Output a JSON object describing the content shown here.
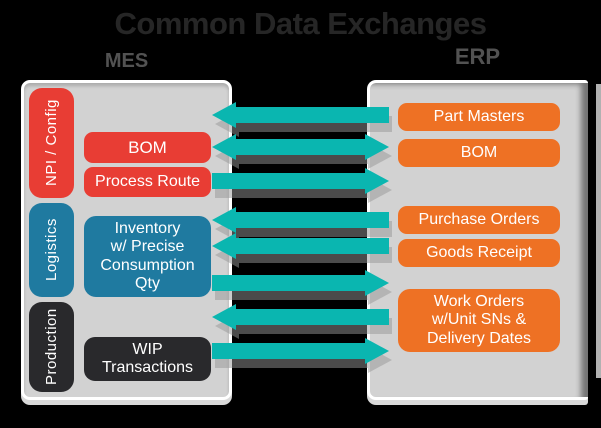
{
  "title": "Common Data Exchanges",
  "mes": {
    "label": "MES",
    "categories": [
      {
        "label": "NPI / Config"
      },
      {
        "label": "Logistics"
      },
      {
        "label": "Production"
      }
    ],
    "items": [
      {
        "label": "BOM"
      },
      {
        "label": "Process Route"
      },
      {
        "label": "Inventory\nw/ Precise\nConsumption\nQty"
      },
      {
        "label": "WIP\nTransactions"
      }
    ]
  },
  "erp": {
    "label": "ERP",
    "items": [
      {
        "label": "Part Masters"
      },
      {
        "label": "BOM"
      },
      {
        "label": "Purchase Orders"
      },
      {
        "label": "Goods Receipt"
      },
      {
        "label": "Work Orders\nw/Unit SNs &\nDelivery Dates"
      }
    ]
  },
  "arrows": [
    {
      "row": "Part Masters",
      "direction": "left",
      "from": "ERP",
      "to": "MES"
    },
    {
      "row": "BOM",
      "direction": "both",
      "from": "ERP",
      "to": "MES"
    },
    {
      "row": "Process Route",
      "direction": "right",
      "from": "MES",
      "to": "ERP"
    },
    {
      "row": "Purchase Orders",
      "direction": "left",
      "from": "ERP",
      "to": "MES"
    },
    {
      "row": "Goods Receipt",
      "direction": "left",
      "from": "ERP",
      "to": "MES"
    },
    {
      "row": "Inventory",
      "direction": "right",
      "from": "MES",
      "to": "ERP"
    },
    {
      "row": "Work Orders",
      "direction": "left",
      "from": "ERP",
      "to": "MES"
    },
    {
      "row": "WIP Transactions",
      "direction": "right",
      "from": "MES",
      "to": "ERP"
    }
  ],
  "colors": {
    "arrow_teal": "#0ab6b0",
    "mes_red": "#e83d34",
    "mes_blue": "#1f7aa0",
    "mes_dark": "#29292c",
    "erp_orange": "#ee7124",
    "panel_gray": "#d2d2d2",
    "background": "#000000"
  }
}
